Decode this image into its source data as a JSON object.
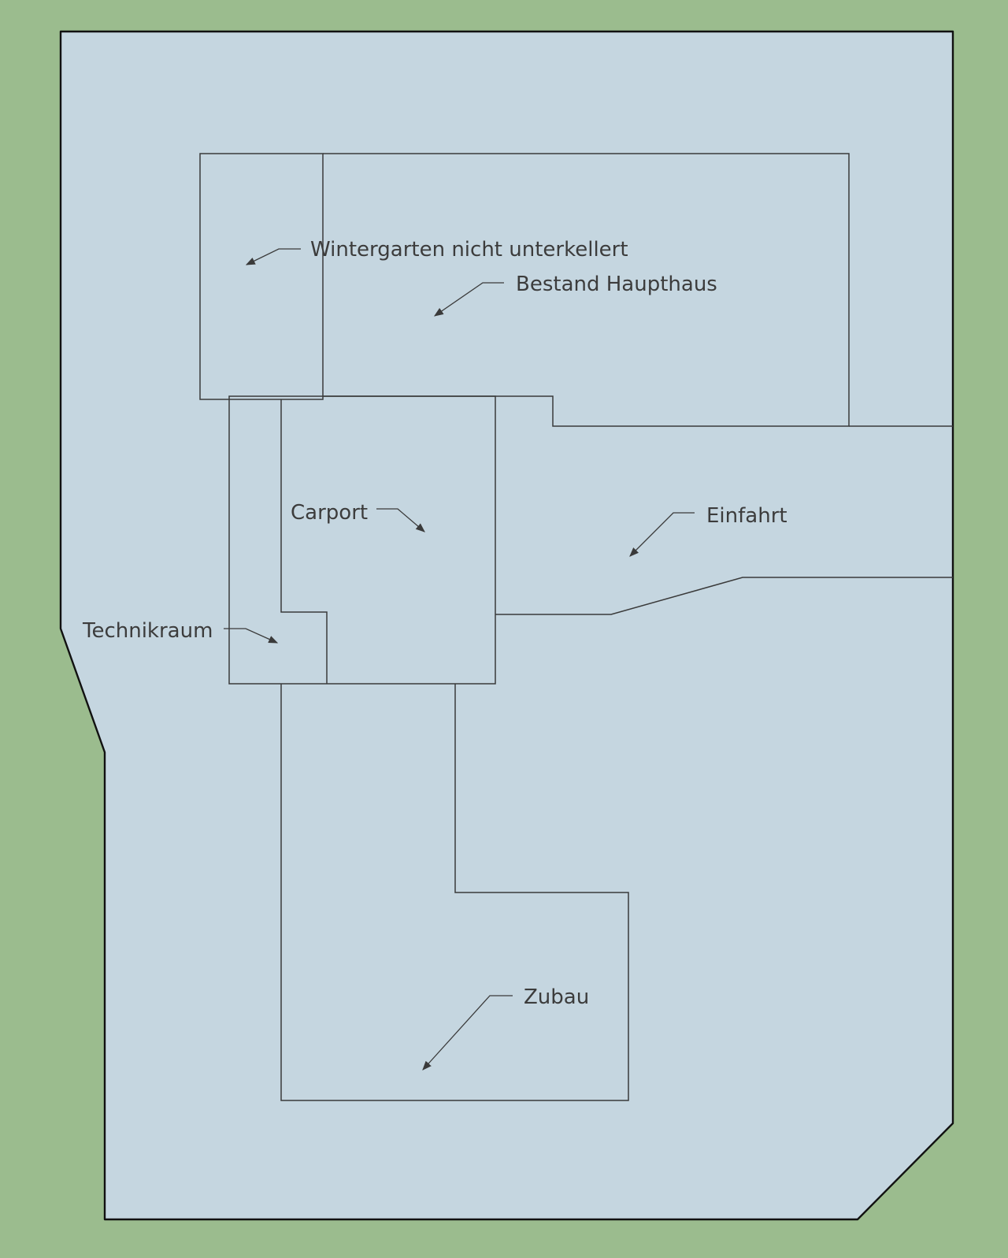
{
  "colors": {
    "background": "#9bbc8e",
    "plot_fill": "#c5d6e0",
    "outline": "#111111",
    "lines": "#3a3a3a",
    "text": "#3c3c3c"
  },
  "labels": {
    "wintergarten": "Wintergarten nicht unterkellert",
    "bestand": "Bestand Haupthaus",
    "carport": "Carport",
    "einfahrt": "Einfahrt",
    "technikraum": "Technikraum",
    "zubau": "Zubau"
  }
}
